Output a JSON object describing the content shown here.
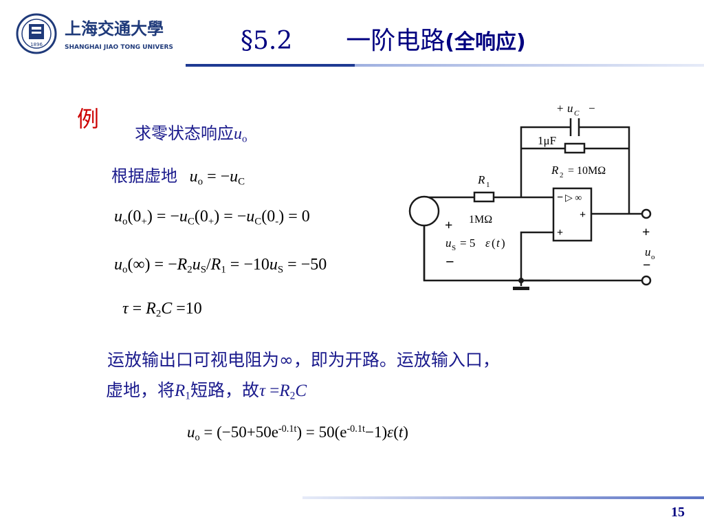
{
  "header": {
    "university_name_cn": "上海交通大學",
    "university_name_en": "SHANGHAI  JIAO TONG  UNIVERSITY",
    "logo_year": "1896",
    "section": "§5.2",
    "title": "一阶电路",
    "title_paren": "(全响应)"
  },
  "example": {
    "label": "例",
    "question_text": "求零状态响应",
    "question_var": "u",
    "question_sub": "o",
    "basis_text": "根据虚地",
    "basis_eq": {
      "lhs": "u",
      "lhs_sub": "o",
      "op": "= −",
      "rhs": "u",
      "rhs_sub": "C"
    }
  },
  "equations": {
    "eq1": {
      "a": "u",
      "a_sub": "o",
      "a_arg": "(0",
      "a_arg_sub": "+",
      "a_close": ")",
      "b_op": "= −",
      "b": "u",
      "b_sub": "C",
      "b_arg": "(0",
      "b_arg_sub": "+",
      "b_close": ")",
      "c_op": "= −",
      "c": "u",
      "c_sub": "C",
      "c_arg": "(0",
      "c_arg_sub": "-",
      "c_close": ")",
      "tail": "= 0"
    },
    "eq2": {
      "a": "u",
      "a_sub": "o",
      "a_arg": "(∞) = −",
      "r2": "R",
      "r2_sub": "2",
      "us": "u",
      "us_sub": "S",
      "slash": "/",
      "r1": "R",
      "r1_sub": "1",
      "mid": " = −10",
      "us2": "u",
      "us2_sub": "S",
      "tail": " = −50"
    },
    "eq3": {
      "tau": "τ",
      "op": " = ",
      "r": "R",
      "r_sub": "2",
      "c": "C",
      "tail": " =10"
    }
  },
  "explanation": {
    "line1": "运放输出口可视电阻为∞，即为开路。运放输入口，",
    "line2_a": "虚地，将",
    "line2_r": "R",
    "line2_r_sub": "1",
    "line2_b": "短路，故",
    "line2_tau": "τ",
    "line2_eq": " =",
    "line2_r2": "R",
    "line2_r2_sub": "2",
    "line2_c": "C"
  },
  "final": {
    "u": "u",
    "u_sub": "o",
    "part1": " = (−50+50e",
    "exp1": "-0.1t",
    "part2": ") = 50(e",
    "exp2": "-0.1t",
    "part3": "−1)",
    "eps": "ε",
    "part4": "(",
    "t": "t",
    "part5": ")"
  },
  "circuit": {
    "uc_plus": "+",
    "uc_var": "u",
    "uc_sub": "C",
    "uc_minus": "−",
    "cap_value": "1μF",
    "r2_var": "R",
    "r2_sub": "2",
    "r2_value": "= 10MΩ",
    "r1_var": "R",
    "r1_sub": "1",
    "r1_value": "1MΩ",
    "src_plus": "+",
    "src_minus": "−",
    "us_var": "u",
    "us_sub": "S",
    "us_value": "= 5",
    "us_eps": "ε",
    "us_paren_open": "(",
    "us_t": "t",
    "us_paren_close": ")",
    "opamp_minus": "−",
    "opamp_tri": "▷ ∞",
    "opamp_plus_top": "+",
    "opamp_plus_in": "+",
    "out_plus": "+",
    "out_var": "u",
    "out_sub": "o",
    "out_minus": "−"
  },
  "page_number": "15",
  "colors": {
    "title": "#000080",
    "example_label": "#cc0000",
    "text": "#1a1a8c",
    "rule_gradient": [
      "#1f3a93",
      "#c8d2ee"
    ]
  }
}
